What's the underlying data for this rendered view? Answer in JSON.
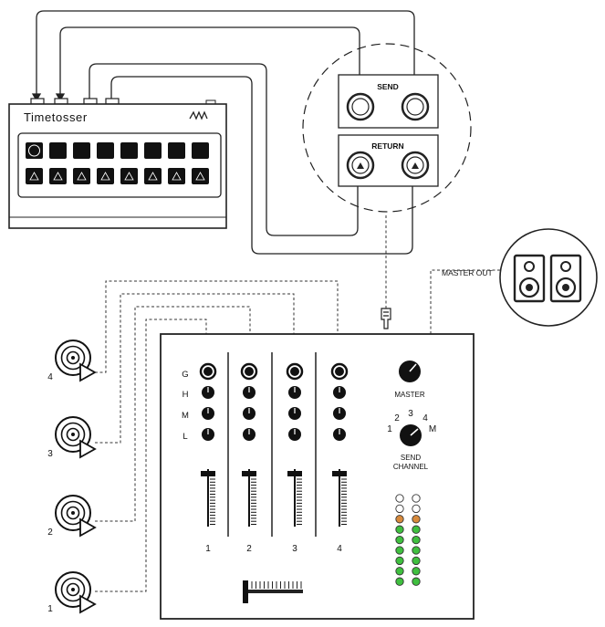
{
  "device": {
    "name": "Timetosser"
  },
  "fx": {
    "send_label": "SEND",
    "return_label": "RETURN"
  },
  "master_out_label": "MASTER OUT",
  "mixer": {
    "eq_labels": [
      "G",
      "H",
      "M",
      "L"
    ],
    "channel_numbers": [
      "1",
      "2",
      "3",
      "4"
    ],
    "master_label": "MASTER",
    "send_channel_options": [
      "1",
      "2",
      "3",
      "4",
      "M"
    ],
    "send_channel_label_line1": "SEND",
    "send_channel_label_line2": "CHANNEL"
  },
  "decks": [
    "4",
    "3",
    "2",
    "1"
  ],
  "meter": {
    "led_rows": [
      "off",
      "off",
      "orange",
      "green",
      "green",
      "green",
      "green",
      "green",
      "green"
    ],
    "colors": {
      "off": "#ffffff",
      "orange": "#d88a3c",
      "green": "#3fbf3f"
    }
  }
}
